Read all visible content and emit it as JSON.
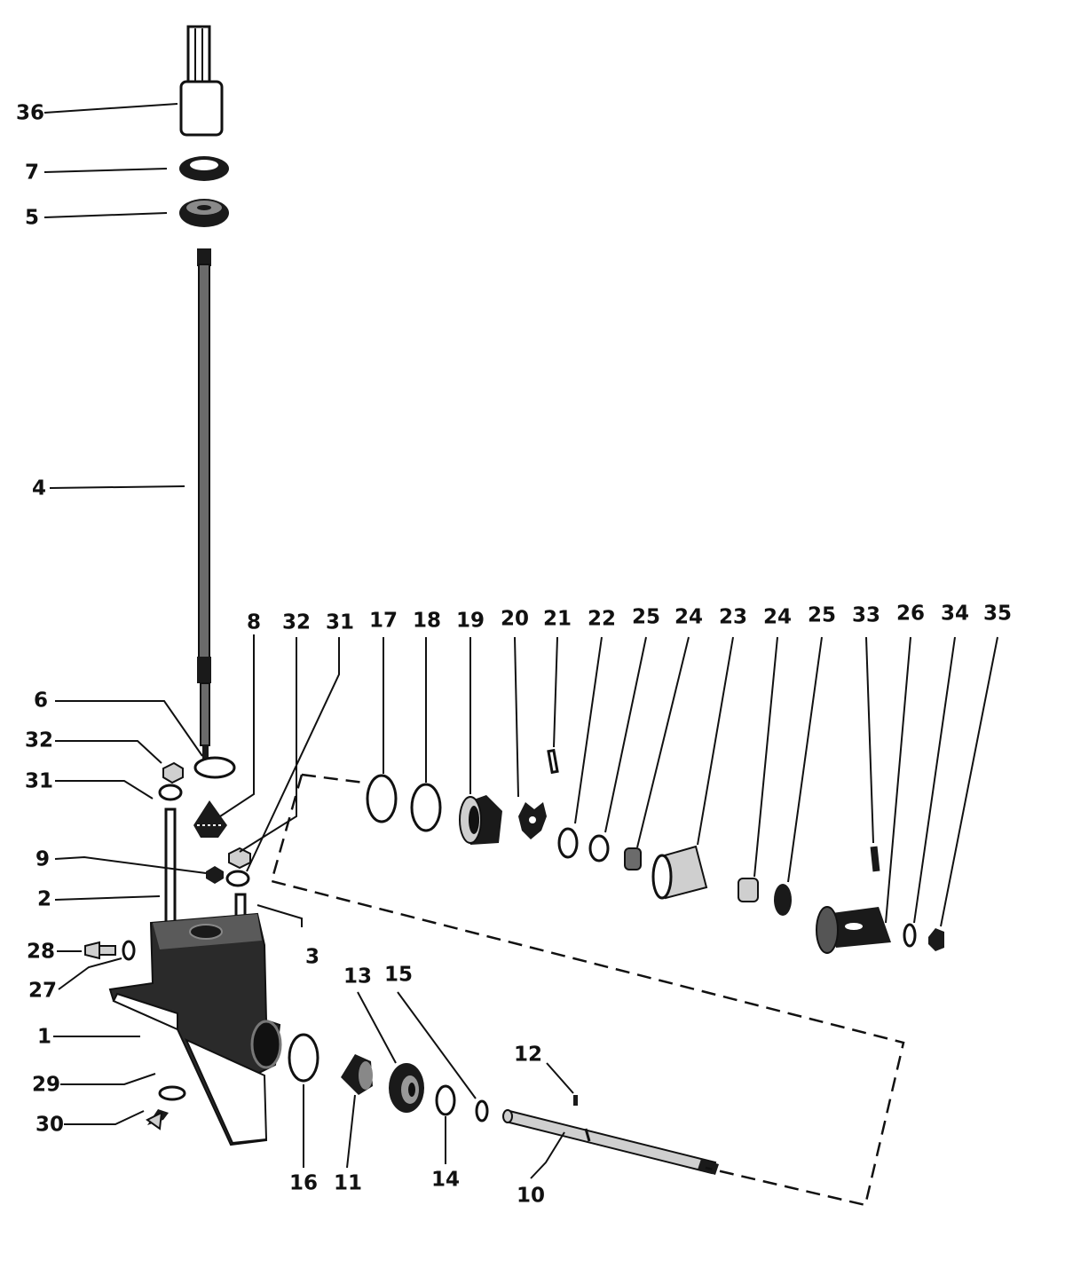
{
  "callouts": [
    {
      "id": "c36",
      "text": "36"
    },
    {
      "id": "c7",
      "text": "7"
    },
    {
      "id": "c5",
      "text": "5"
    },
    {
      "id": "c4",
      "text": "4"
    },
    {
      "id": "c6",
      "text": "6"
    },
    {
      "id": "c32a",
      "text": "32"
    },
    {
      "id": "c31a",
      "text": "31"
    },
    {
      "id": "c9",
      "text": "9"
    },
    {
      "id": "c2",
      "text": "2"
    },
    {
      "id": "c28",
      "text": "28"
    },
    {
      "id": "c27",
      "text": "27"
    },
    {
      "id": "c1",
      "text": "1"
    },
    {
      "id": "c29",
      "text": "29"
    },
    {
      "id": "c30",
      "text": "30"
    },
    {
      "id": "c8",
      "text": "8"
    },
    {
      "id": "c32b",
      "text": "32"
    },
    {
      "id": "c31b",
      "text": "31"
    },
    {
      "id": "c3",
      "text": "3"
    },
    {
      "id": "c17",
      "text": "17"
    },
    {
      "id": "c18",
      "text": "18"
    },
    {
      "id": "c19",
      "text": "19"
    },
    {
      "id": "c20",
      "text": "20"
    },
    {
      "id": "c21",
      "text": "21"
    },
    {
      "id": "c22",
      "text": "22"
    },
    {
      "id": "c25a",
      "text": "25"
    },
    {
      "id": "c24a",
      "text": "24"
    },
    {
      "id": "c23",
      "text": "23"
    },
    {
      "id": "c24b",
      "text": "24"
    },
    {
      "id": "c25b",
      "text": "25"
    },
    {
      "id": "c33",
      "text": "33"
    },
    {
      "id": "c26",
      "text": "26"
    },
    {
      "id": "c34",
      "text": "34"
    },
    {
      "id": "c35",
      "text": "35"
    },
    {
      "id": "c13",
      "text": "13"
    },
    {
      "id": "c15",
      "text": "15"
    },
    {
      "id": "c12",
      "text": "12"
    },
    {
      "id": "c16",
      "text": "16"
    },
    {
      "id": "c11",
      "text": "11"
    },
    {
      "id": "c14",
      "text": "14"
    },
    {
      "id": "c10",
      "text": "10"
    }
  ]
}
